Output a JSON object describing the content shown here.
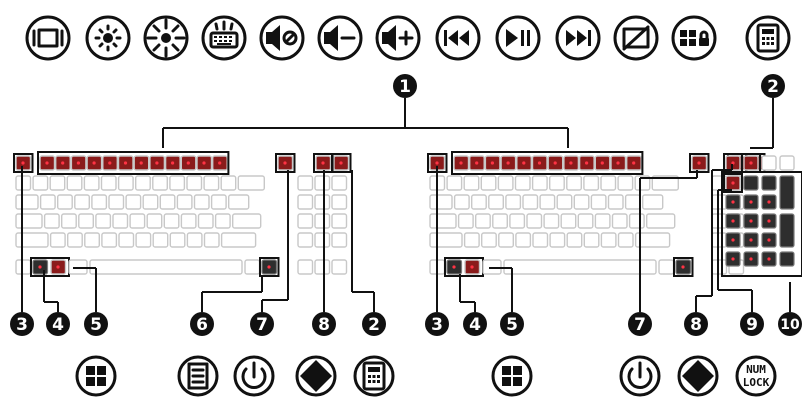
{
  "callouts": {
    "c1": "1",
    "c2": "2",
    "left_3": "3",
    "left_4": "4",
    "left_5": "5",
    "left_6": "6",
    "left_7": "7",
    "left_8": "8",
    "left_2": "2",
    "right_3": "3",
    "right_4": "4",
    "right_5": "5",
    "right_7": "7",
    "right_8": "8",
    "right_9": "9",
    "right_10": "10"
  },
  "top_icons": [
    "screen-mode-icon",
    "brightness-down-icon",
    "brightness-up-icon",
    "keyboard-backlight-icon",
    "mute-icon",
    "volume-down-icon",
    "volume-up-icon",
    "previous-track-icon",
    "play-pause-icon",
    "next-track-icon",
    "touchpad-lock-icon",
    "windows-lock-icon",
    "calculator-icon"
  ],
  "bottom_icons_left": [
    "windows-key-icon",
    "menu-key-icon",
    "power-icon",
    "diamond-icon",
    "calculator-icon"
  ],
  "bottom_icons_right": [
    "windows-key-icon",
    "power-icon",
    "diamond-icon",
    "num-lock-icon"
  ],
  "numlock_label": {
    "line1": "NUM",
    "line2": "LOCK"
  },
  "colors": {
    "ink": "#111111",
    "highlight": "#8a1b1b",
    "indicator": "#ff3344"
  }
}
